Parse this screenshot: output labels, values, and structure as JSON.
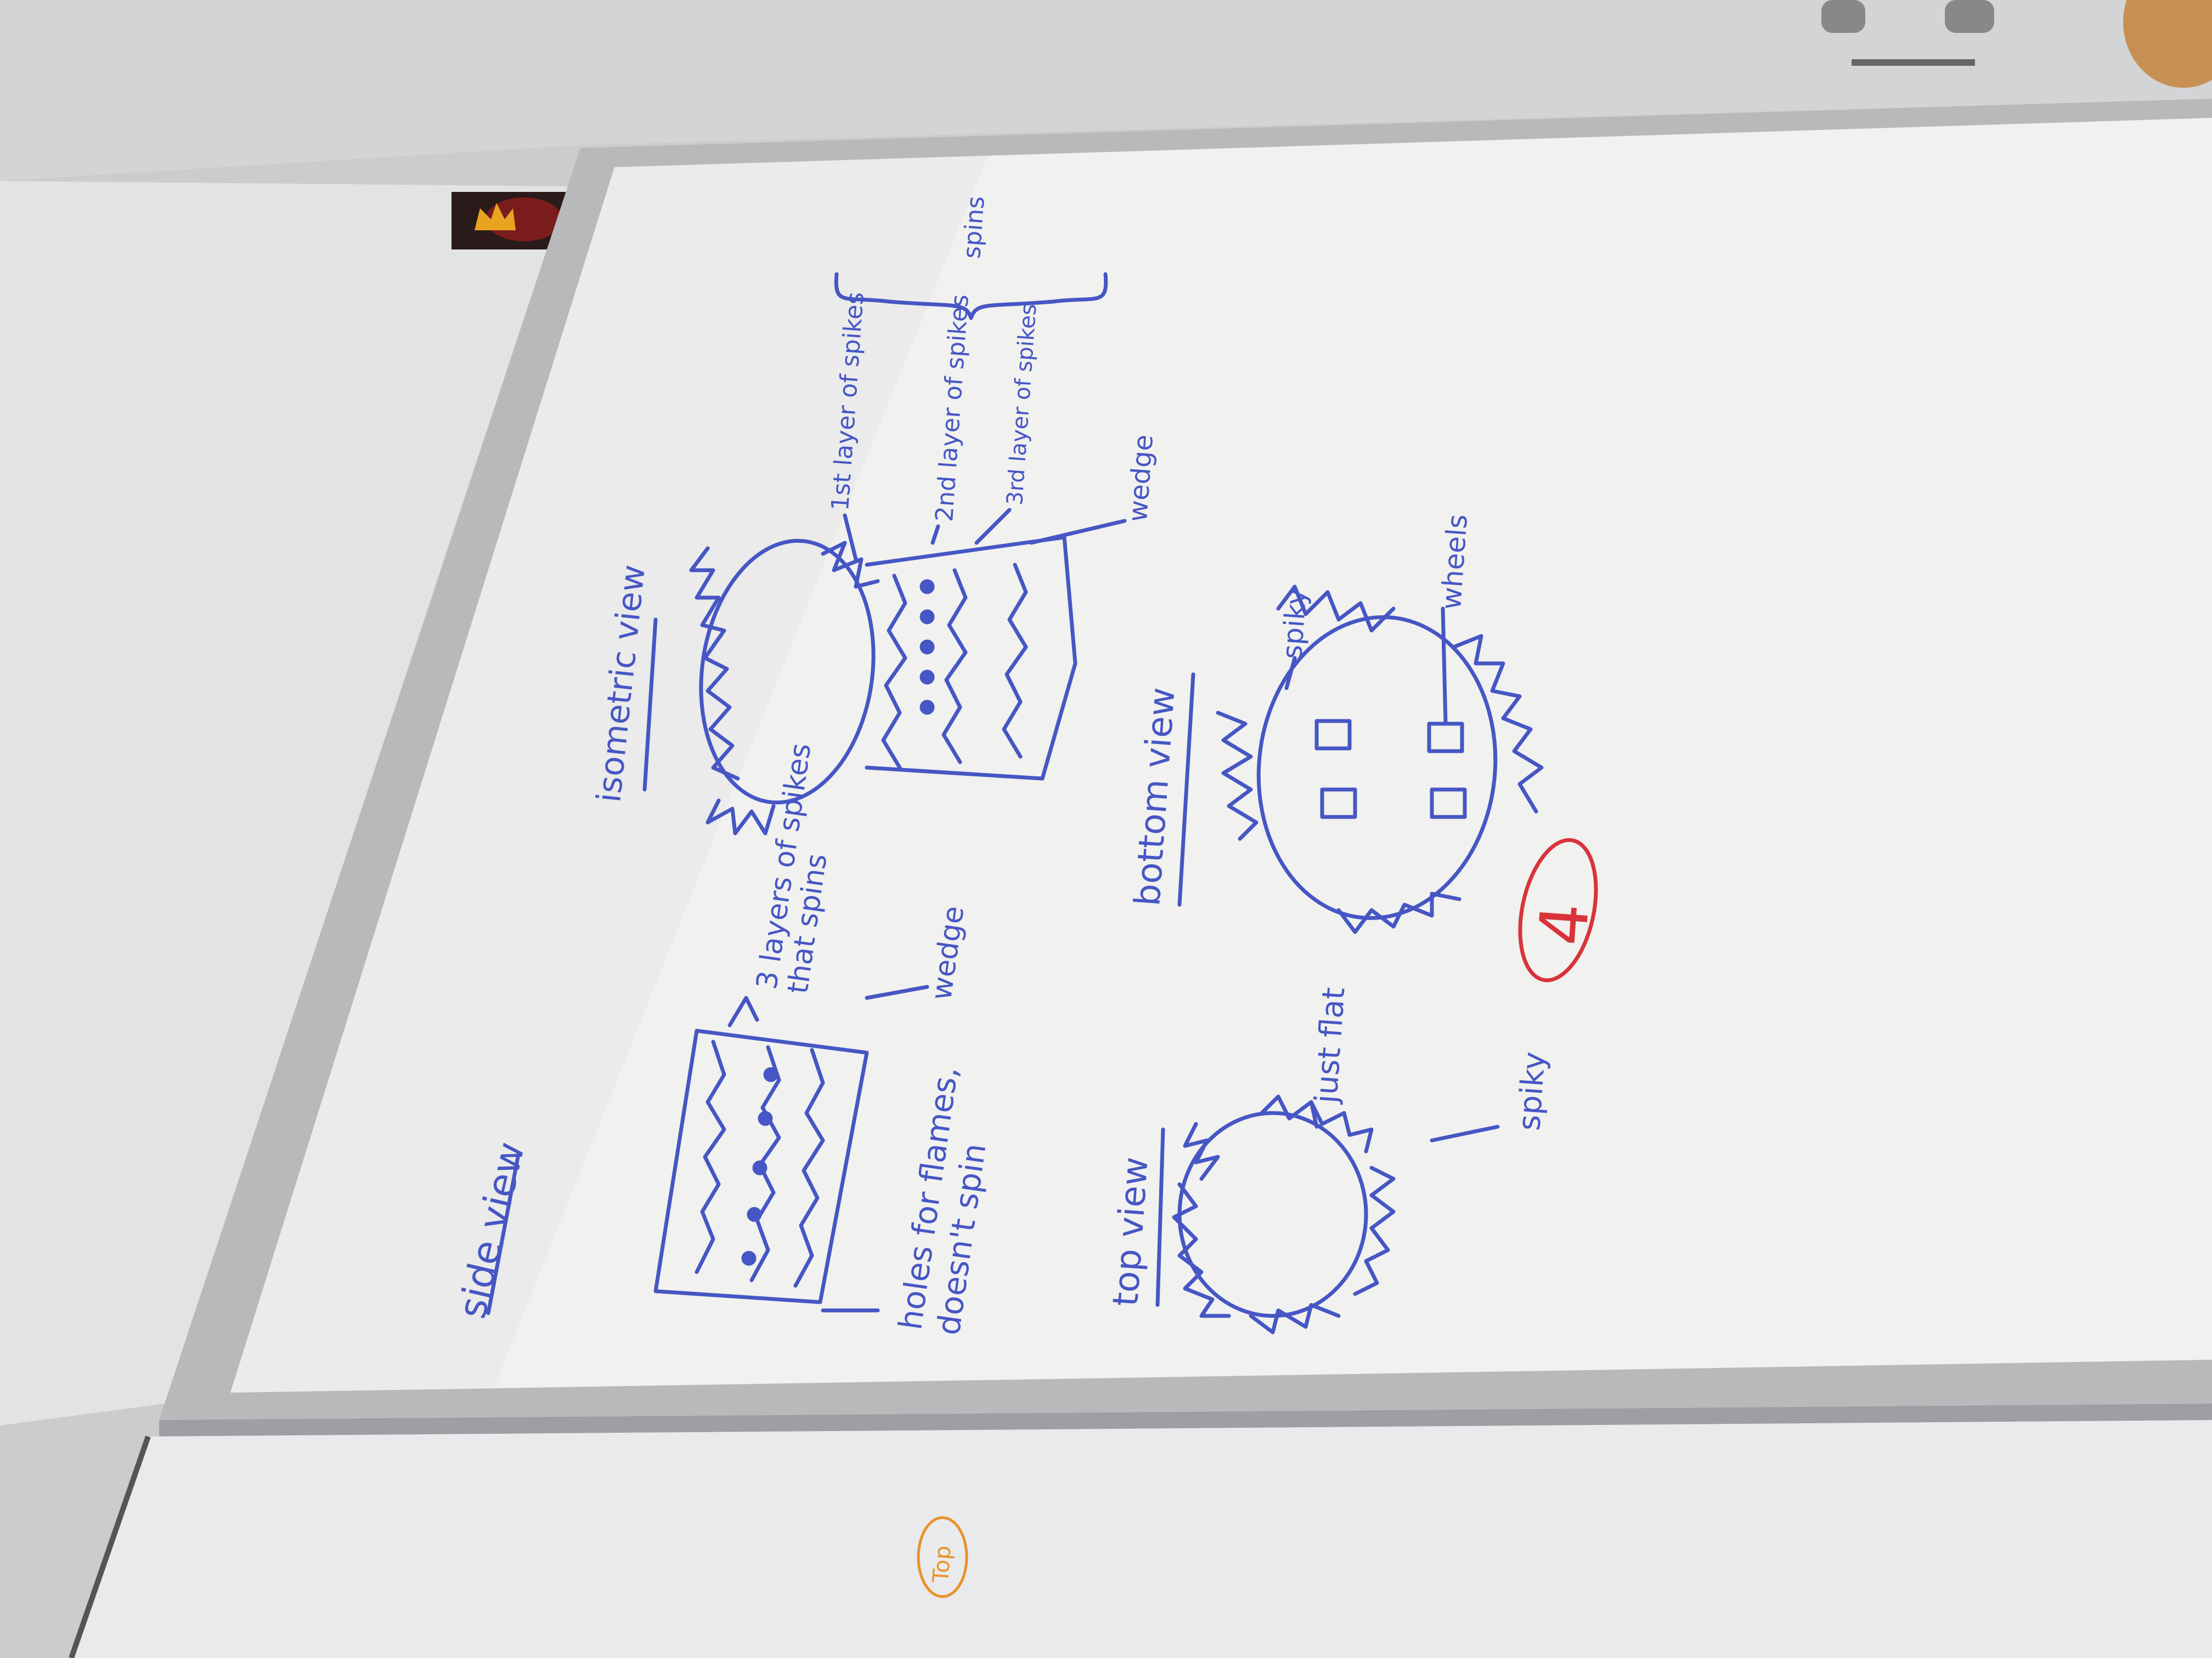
{
  "colors": {
    "marker_blue": "#4656c4",
    "marker_red": "#d8333b",
    "marker_orange": "#e8932a",
    "board_white": "#f1f1ef",
    "frame": "#b7b9bb",
    "wall": "#c9cacd"
  },
  "whiteboard": {
    "side_view": {
      "heading": "side view",
      "label_layers": "3 layers of spikes that spins",
      "label_wedge": "wedge",
      "label_holes": "holes for flames, doesn't spin"
    },
    "isometric_view": {
      "heading": "isometric view",
      "label_layer1": "1st layer of spikes",
      "label_layer2": "2nd layer of spikes",
      "label_layer3": "3rd layer of spikes",
      "label_spins": "spins",
      "label_wedge": "wedge"
    },
    "top_view": {
      "heading": "top view",
      "label_flat": "just flat",
      "label_spiky": "spiky"
    },
    "bottom_view": {
      "heading": "bottom view",
      "label_spiky": "spiky",
      "label_wheels": "wheels"
    },
    "number_mark": "4"
  },
  "lower_panel": {
    "sticker": "Top"
  },
  "icons": [
    "crown-logo-icon"
  ]
}
